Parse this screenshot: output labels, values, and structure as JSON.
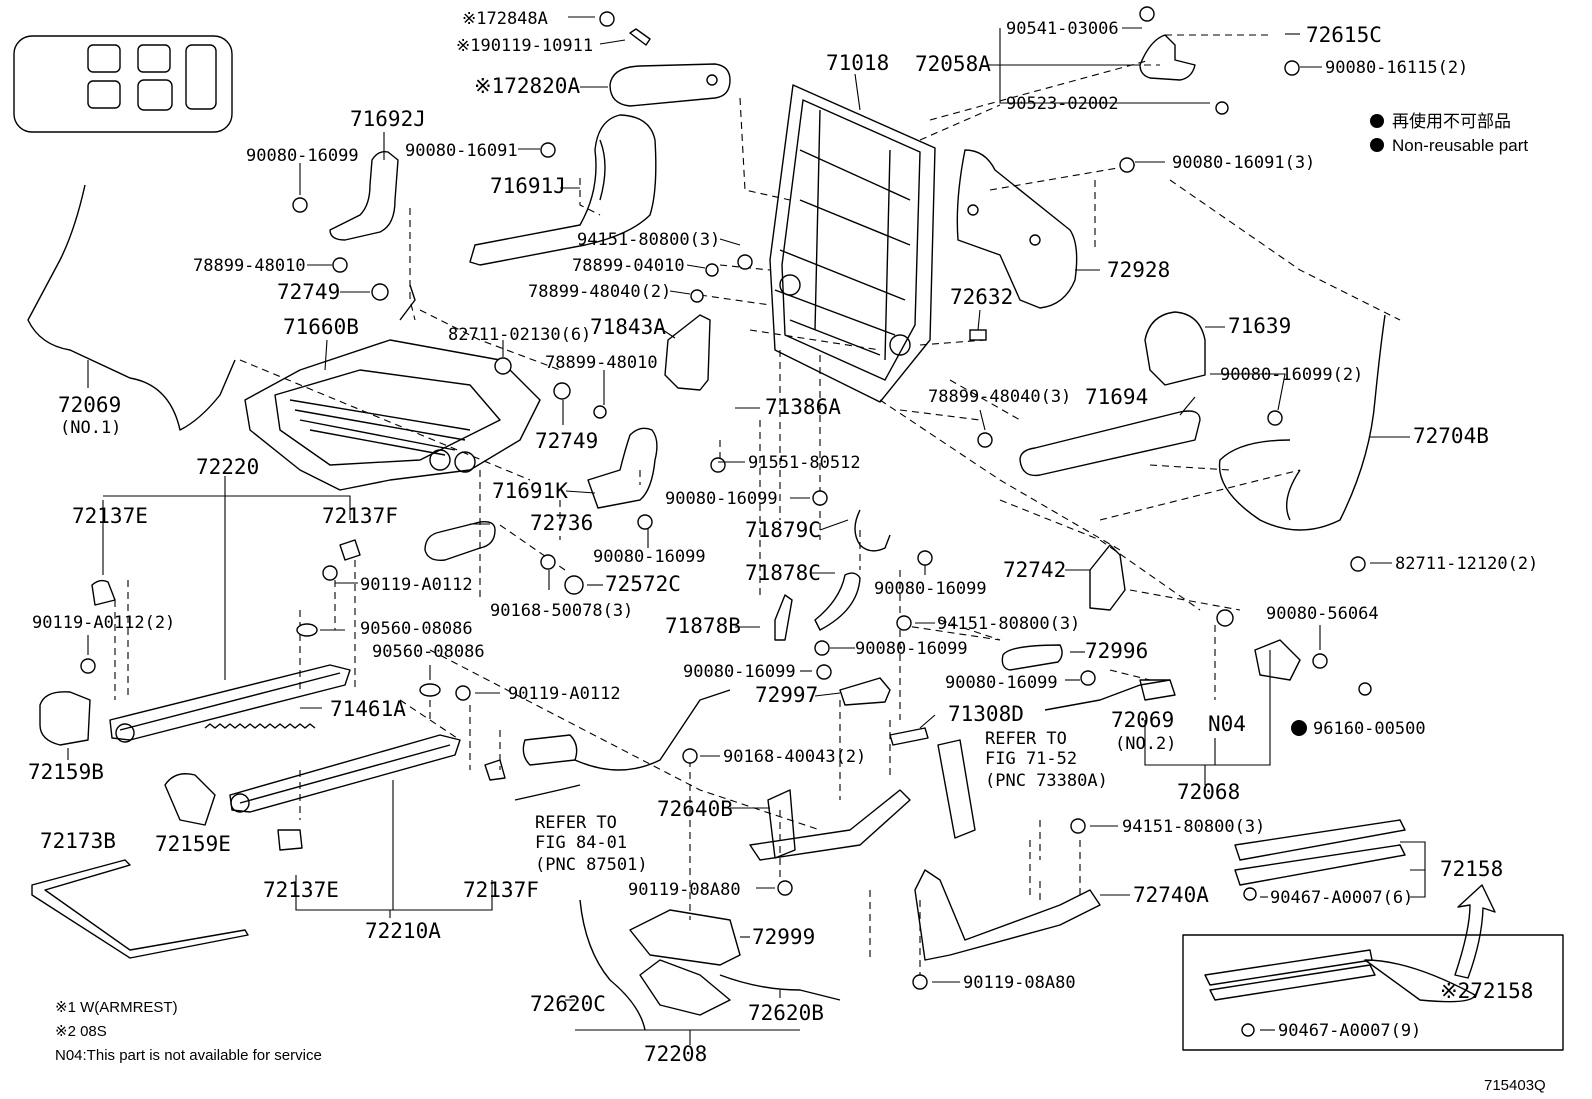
{
  "legend": {
    "jp_label": "再使用不可部品",
    "en_label": "Non-reusable part"
  },
  "figure_code": "715403Q",
  "notes": [
    "※1 W(ARMREST)",
    "※2 08S",
    "N04:This part is not available for service"
  ],
  "labels": [
    {
      "id": "l01",
      "text": "※172848A"
    },
    {
      "id": "l02",
      "text": "※190119-10911"
    },
    {
      "id": "l03",
      "text": "※172820A"
    },
    {
      "id": "l04",
      "text": "71018"
    },
    {
      "id": "l05",
      "text": "72058A"
    },
    {
      "id": "l06",
      "text": "90541-03006"
    },
    {
      "id": "l07",
      "text": "72615C"
    },
    {
      "id": "l08",
      "text": "90080-16115(2)"
    },
    {
      "id": "l09",
      "text": "90523-02002"
    },
    {
      "id": "l10",
      "text": "71692J"
    },
    {
      "id": "l11",
      "text": "90080-16099"
    },
    {
      "id": "l12",
      "text": "90080-16091"
    },
    {
      "id": "l13",
      "text": "71691J"
    },
    {
      "id": "l14",
      "text": "90080-16091(3)"
    },
    {
      "id": "l15",
      "text": "94151-80800(3)"
    },
    {
      "id": "l16",
      "text": "78899-48010"
    },
    {
      "id": "l17",
      "text": "78899-04010"
    },
    {
      "id": "l18",
      "text": "72749"
    },
    {
      "id": "l19",
      "text": "78899-48040(2)"
    },
    {
      "id": "l20",
      "text": "72928"
    },
    {
      "id": "l21",
      "text": "72632"
    },
    {
      "id": "l22",
      "text": "71660B"
    },
    {
      "id": "l23",
      "text": "82711-02130(6)"
    },
    {
      "id": "l24",
      "text": "71843A"
    },
    {
      "id": "l25",
      "text": "71639"
    },
    {
      "id": "l26",
      "text": "78899-48010"
    },
    {
      "id": "l27",
      "text": "90080-16099(2)"
    },
    {
      "id": "l28",
      "text": "72069"
    },
    {
      "id": "l29",
      "text": "(NO.1)"
    },
    {
      "id": "l30",
      "text": "71386A"
    },
    {
      "id": "l31",
      "text": "78899-48040(3)"
    },
    {
      "id": "l32",
      "text": "71694"
    },
    {
      "id": "l33",
      "text": "72749"
    },
    {
      "id": "l34",
      "text": "72704B"
    },
    {
      "id": "l35",
      "text": "91551-80512"
    },
    {
      "id": "l36",
      "text": "72220"
    },
    {
      "id": "l37",
      "text": "71691K"
    },
    {
      "id": "l38",
      "text": "90080-16099"
    },
    {
      "id": "l39",
      "text": "72137E"
    },
    {
      "id": "l40",
      "text": "72137F"
    },
    {
      "id": "l41",
      "text": "72736"
    },
    {
      "id": "l42",
      "text": "71879C"
    },
    {
      "id": "l43",
      "text": "90080-16099"
    },
    {
      "id": "l44",
      "text": "90119-A0112"
    },
    {
      "id": "l45",
      "text": "72572C"
    },
    {
      "id": "l46",
      "text": "71878C"
    },
    {
      "id": "l47",
      "text": "90080-16099"
    },
    {
      "id": "l48",
      "text": "72742"
    },
    {
      "id": "l49",
      "text": "82711-12120(2)"
    },
    {
      "id": "l50",
      "text": "90119-A0112(2)"
    },
    {
      "id": "l51",
      "text": "90168-50078(3)"
    },
    {
      "id": "l52",
      "text": "90560-08086"
    },
    {
      "id": "l53",
      "text": "71878B"
    },
    {
      "id": "l54",
      "text": "94151-80800(3)"
    },
    {
      "id": "l55",
      "text": "90080-56064"
    },
    {
      "id": "l56",
      "text": "90560-08086"
    },
    {
      "id": "l57",
      "text": "90080-16099"
    },
    {
      "id": "l58",
      "text": "72996"
    },
    {
      "id": "l59",
      "text": "90119-A0112"
    },
    {
      "id": "l60",
      "text": "90080-16099"
    },
    {
      "id": "l61",
      "text": "90080-16099"
    },
    {
      "id": "l62",
      "text": "71461A"
    },
    {
      "id": "l63",
      "text": "72997"
    },
    {
      "id": "l64",
      "text": "71308D"
    },
    {
      "id": "l65",
      "text": "72069"
    },
    {
      "id": "l66",
      "text": "N04"
    },
    {
      "id": "l67",
      "text": "96160-00500"
    },
    {
      "id": "l68",
      "text": "(NO.2)"
    },
    {
      "id": "l69",
      "text": "72159B"
    },
    {
      "id": "l70",
      "text": "REFER TO"
    },
    {
      "id": "l71",
      "text": "FIG 71-52"
    },
    {
      "id": "l72",
      "text": "(PNC 73380A)"
    },
    {
      "id": "l73",
      "text": "90168-40043(2)"
    },
    {
      "id": "l74",
      "text": "72068"
    },
    {
      "id": "l75",
      "text": "72640B"
    },
    {
      "id": "l76",
      "text": "72173B"
    },
    {
      "id": "l77",
      "text": "72159E"
    },
    {
      "id": "l78",
      "text": "REFER TO"
    },
    {
      "id": "l79",
      "text": "FIG 84-01"
    },
    {
      "id": "l80",
      "text": "(PNC 87501)"
    },
    {
      "id": "l81",
      "text": "94151-80800(3)"
    },
    {
      "id": "l82",
      "text": "72158"
    },
    {
      "id": "l83",
      "text": "72137E"
    },
    {
      "id": "l84",
      "text": "72137F"
    },
    {
      "id": "l85",
      "text": "90119-08A80"
    },
    {
      "id": "l86",
      "text": "72740A"
    },
    {
      "id": "l87",
      "text": "90467-A0007(6)"
    },
    {
      "id": "l88",
      "text": "72210A"
    },
    {
      "id": "l89",
      "text": "72999"
    },
    {
      "id": "l90",
      "text": "90119-08A80"
    },
    {
      "id": "l91",
      "text": "※272158"
    },
    {
      "id": "l92",
      "text": "72620C"
    },
    {
      "id": "l93",
      "text": "72620B"
    },
    {
      "id": "l94",
      "text": "90467-A0007(9)"
    },
    {
      "id": "l95",
      "text": "72208"
    }
  ]
}
